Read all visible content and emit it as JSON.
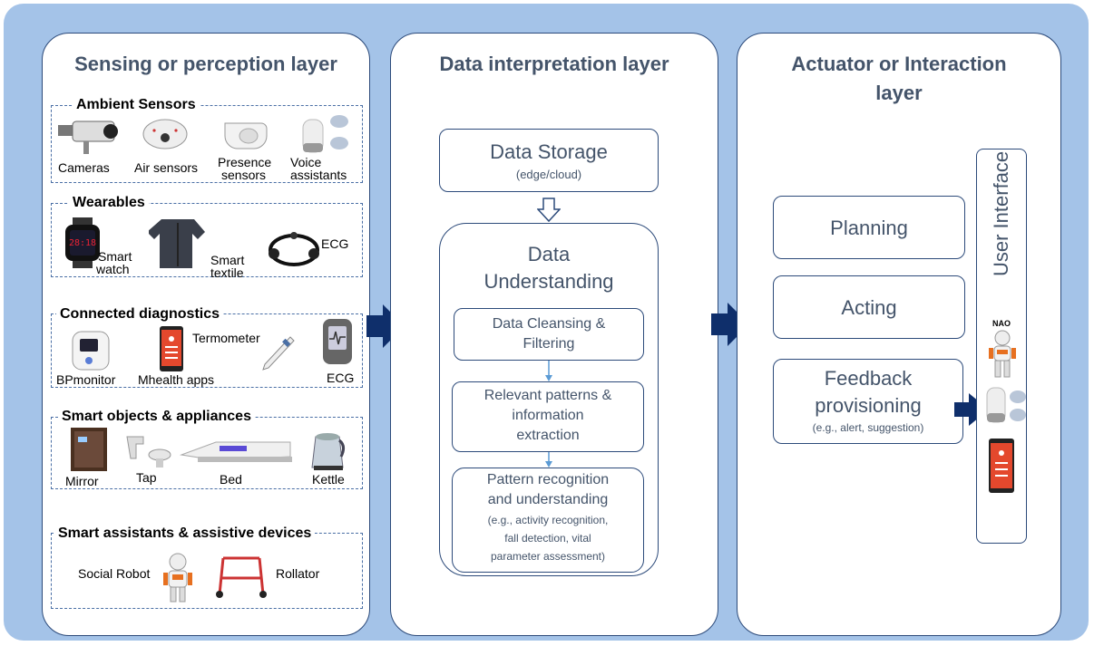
{
  "colors": {
    "frame": "#a4c3e8",
    "border": "#2c4a7a",
    "title": "#44546a",
    "arrow": "#0f2f6b"
  },
  "sensing": {
    "title": "Sensing or perception layer",
    "ambient": {
      "title": "Ambient Sensors",
      "items": [
        "Cameras",
        "Air sensors",
        "Presence",
        "sensors",
        "Voice",
        "assistants"
      ]
    },
    "wearables": {
      "title": "Wearables",
      "items": [
        "Smart",
        "watch",
        "Smart",
        "textile",
        "ECG"
      ]
    },
    "diagnostics": {
      "title": "Connected diagnostics",
      "items": [
        "BPmonitor",
        "Mhealth apps",
        "Termometer",
        "ECG"
      ]
    },
    "objects": {
      "title": "Smart objects & appliances",
      "items": [
        "Mirror",
        "Tap",
        "Bed",
        "Kettle"
      ]
    },
    "assistants": {
      "title": "Smart assistants & assistive devices",
      "items": [
        "Social Robot",
        "Rollator"
      ]
    }
  },
  "interpretation": {
    "title": "Data interpretation layer",
    "storage": {
      "title": "Data Storage",
      "sub": "(edge/cloud)"
    },
    "understanding": {
      "title1": "Data",
      "title2": "Understanding"
    },
    "cleansing": [
      "Data Cleansing &",
      "Filtering"
    ],
    "patterns": [
      "Relevant patterns &",
      "information",
      "extraction"
    ],
    "recognition": [
      "Pattern recognition",
      "and understanding",
      "(e.g., activity recognition,",
      "fall detection, vital",
      "parameter assessment)"
    ]
  },
  "actuator": {
    "title1": "Actuator or Interaction",
    "title2": "layer",
    "planning": "Planning",
    "acting": "Acting",
    "feedback": [
      "Feedback",
      "provisioning",
      "(e.g., alert, suggestion)"
    ],
    "ui_label": "User Interface",
    "nao": "NAO"
  }
}
